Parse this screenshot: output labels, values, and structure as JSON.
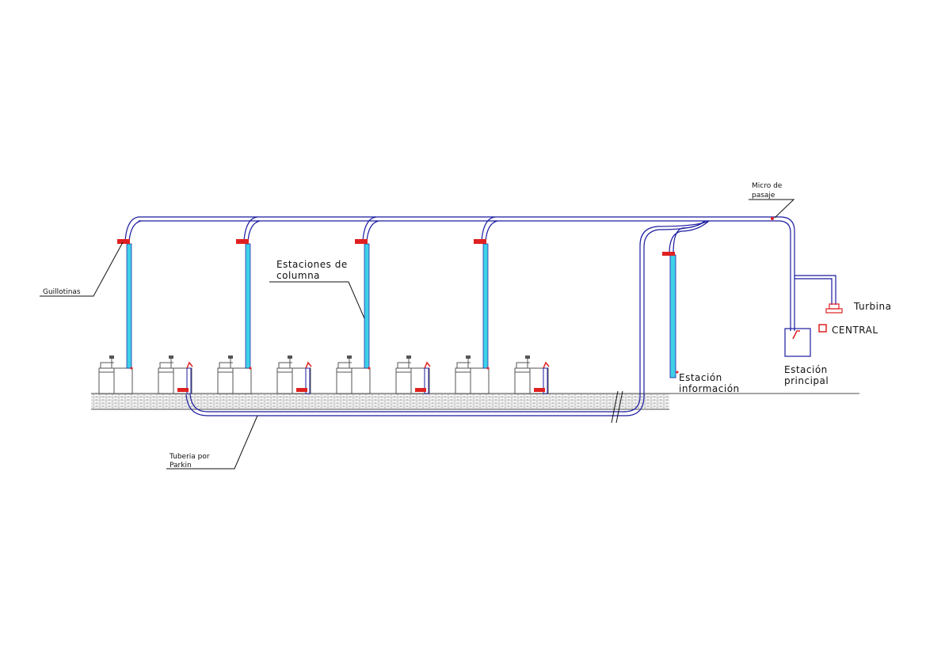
{
  "labels": {
    "guillotinas": "Guillotinas",
    "estaciones_l1": "Estaciones de",
    "estaciones_l2": "columna",
    "micro_l1": "Micro de",
    "micro_l2": "pasaje",
    "turbina": "Turbina",
    "central": "CENTRAL",
    "principal_l1": "Estación",
    "principal_l2": "principal",
    "info_l1": "Estación",
    "info_l2": "información",
    "tuberia_l1": "Tuberia por",
    "tuberia_l2": "Parkin"
  },
  "colors": {
    "pipe": "#1a1aa0",
    "column": "#3fd0e8",
    "valve": "#e02020",
    "machine": "#555555"
  },
  "machine_count": 8
}
